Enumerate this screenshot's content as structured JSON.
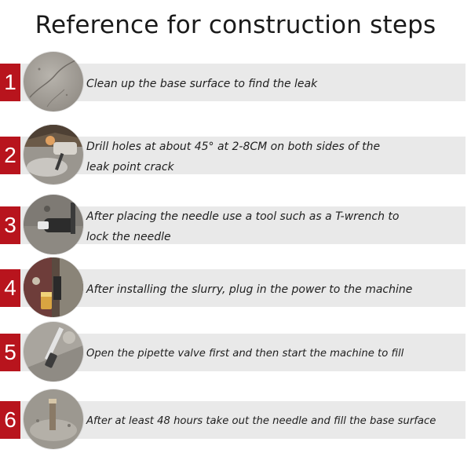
{
  "title": "Reference for construction steps",
  "steps": [
    {
      "number": "1",
      "text": "Clean up the base surface to find the leak"
    },
    {
      "number": "2",
      "text": "Drill holes at about 45° at 2-8CM on both sides of the\nleak point crack"
    },
    {
      "number": "3",
      "text": "After placing the needle use a tool such as a T-wrench to\nlock the needle"
    },
    {
      "number": "4",
      "text": "After installing the slurry, plug in the power to the machine"
    },
    {
      "number": "5",
      "text": "Open the pipette valve first and then start the machine to fill"
    },
    {
      "number": "6",
      "text": "After at least 48 hours take out the needle and fill the base surface"
    }
  ],
  "colors": {
    "accent": "#b8141d",
    "bar": "#e9e9e9"
  }
}
